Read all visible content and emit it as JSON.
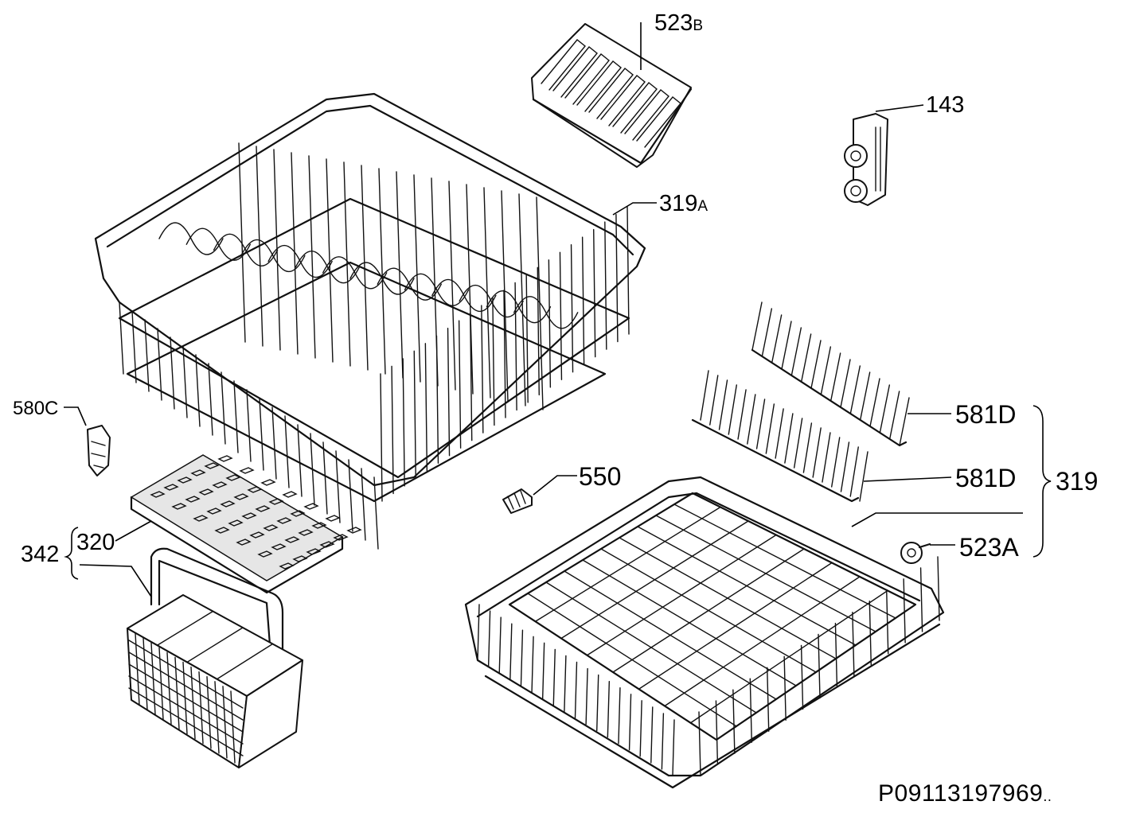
{
  "diagram": {
    "document_code": "P09113197969",
    "trailing_dots": "..",
    "parts": [
      {
        "id": "p523b",
        "main": "523",
        "suffix": "B",
        "description": "knife-rack"
      },
      {
        "id": "p143",
        "main": "143",
        "suffix": "",
        "description": "wheel-bracket"
      },
      {
        "id": "p319a",
        "main": "319",
        "suffix": "A",
        "description": "upper-basket"
      },
      {
        "id": "p580c",
        "main": "580C",
        "suffix": "",
        "description": "clip"
      },
      {
        "id": "p581d1",
        "main": "581",
        "suffix": "D",
        "description": "upper-plate-rack"
      },
      {
        "id": "p581d2",
        "main": "581",
        "suffix": "D",
        "description": "lower-plate-rack"
      },
      {
        "id": "p550",
        "main": "550",
        "suffix": "",
        "description": "nozzle"
      },
      {
        "id": "p523a",
        "main": "523",
        "suffix": "A",
        "description": "wheel"
      },
      {
        "id": "p319",
        "main": "319",
        "suffix": "",
        "description": "lower-basket-group"
      },
      {
        "id": "p320",
        "main": "320",
        "suffix": "",
        "description": "basket-lid"
      },
      {
        "id": "p342",
        "main": "342",
        "suffix": "",
        "description": "cutlery-basket-group"
      }
    ]
  }
}
